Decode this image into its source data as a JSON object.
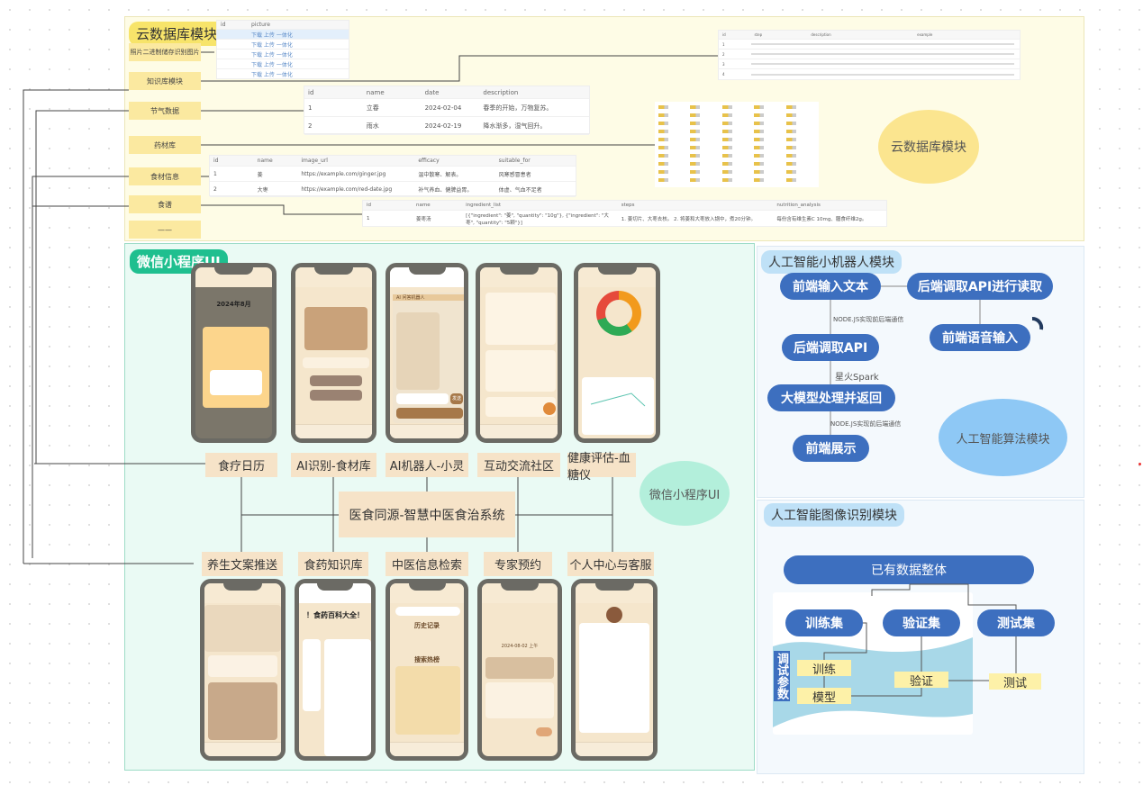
{
  "cloud_db": {
    "title": "云数据库模块",
    "bubble": "云数据库模块",
    "labels": [
      "照片二进制储存识别图片",
      "知识库模块",
      "节气数据",
      "药材库",
      "食材信息",
      "食谱",
      "——"
    ],
    "pictures_table": {
      "headers": [
        "id",
        "picture"
      ],
      "rows": [
        [
          "",
          "下载 上传 一体化"
        ],
        [
          "",
          "下载 上传 一体化"
        ],
        [
          "",
          "下载 上传 一体化"
        ],
        [
          "",
          "下载 上传 一体化"
        ],
        [
          "",
          "下载 上传 一体化"
        ]
      ]
    },
    "solar_terms_table": {
      "headers": [
        "id",
        "name",
        "date",
        "description"
      ],
      "rows": [
        [
          "1",
          "立春",
          "2024-02-04",
          "春季的开始，万物复苏。"
        ],
        [
          "2",
          "雨水",
          "2024-02-19",
          "降水渐多，湿气回升。"
        ]
      ]
    },
    "herbs_table": {
      "headers": [
        "id",
        "step",
        "description",
        "example"
      ],
      "rows": [
        [
          "1",
          "",
          "",
          ""
        ],
        [
          "2",
          "",
          "",
          ""
        ],
        [
          "3",
          "",
          "",
          ""
        ],
        [
          "4",
          "",
          "",
          ""
        ]
      ]
    },
    "ingredients_table": {
      "headers": [
        "id",
        "name",
        "image_url",
        "efficacy",
        "suitable_for"
      ],
      "rows": [
        [
          "1",
          "姜",
          "https://example.com/ginger.jpg",
          "温中散寒、解表。",
          "风寒感冒患者"
        ],
        [
          "2",
          "大枣",
          "https://example.com/red-date.jpg",
          "补气养血、健脾益胃。",
          "体虚、气血不足者"
        ]
      ]
    },
    "recipes_table": {
      "headers": [
        "id",
        "name",
        "ingredient_list",
        "steps",
        "nutrition_analysis"
      ],
      "rows": [
        [
          "1",
          "姜枣汤",
          "[{\"ingredient\": \"姜\", \"quantity\": \"10g\"}, {\"ingredient\": \"大枣\", \"quantity\": \"5颗\"}]",
          "1. 姜切片、大枣去核。 2. 将姜和大枣放入锅中，煮20分钟。",
          "每份含有维生素C 10mg、膳食纤维2g。"
        ]
      ]
    }
  },
  "wechat": {
    "title": "微信小程序UI",
    "bubble": "微信小程序UI",
    "center": "医食同源-智慧中医食治系统",
    "top_labels": [
      "食疗日历",
      "AI识别-食材库",
      "AI机器人-小灵",
      "互动交流社区",
      "健康评估-血糖仪"
    ],
    "bottom_labels": [
      "养生文案推送",
      "食药知识库",
      "中医信息检索",
      "专家预约",
      "个人中心与客服"
    ],
    "phone_texts": {
      "calendar_month": "2024年8月",
      "ai_title": "AI 问答机器人",
      "ai_send": "发送",
      "baike": "！食药百科大全！",
      "history": "历史记录",
      "hot": "搜索热榜",
      "date": "2024-08-02 上午"
    }
  },
  "robot": {
    "title": "人工智能小机器人模块",
    "nodes": [
      "前端输入文本",
      "后端调取API进行读取",
      "前端语音输入",
      "后端调取API",
      "大模型处理并返回",
      "前端展示"
    ],
    "edge_labels": [
      "NODE.JS实现前后端通信",
      "星火Spark",
      "NODE.JS实现前后端通信"
    ],
    "bubble": "人工智能算法模块"
  },
  "image_rec": {
    "title": "人工智能图像识别模块",
    "root": "已有数据整体",
    "sets": [
      "训练集",
      "验证集",
      "测试集"
    ],
    "steps": [
      "训练",
      "模型",
      "验证",
      "测试"
    ],
    "tune": "调试参数"
  },
  "colors": {
    "yellow_panel": "#fefce6",
    "green_panel": "#eafaf4",
    "blue_pill": "#3d6fbf",
    "green_badge": "#1fbf8f"
  }
}
